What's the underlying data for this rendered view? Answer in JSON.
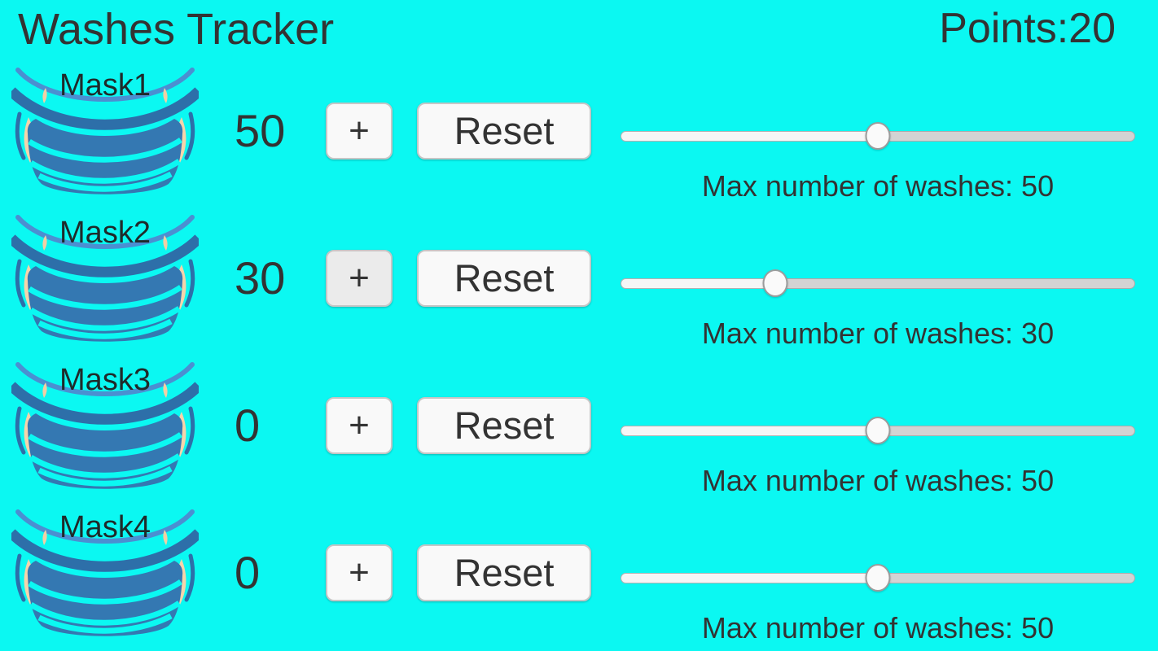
{
  "app": {
    "title": "Washes Tracker",
    "points_label": "Points:20",
    "points_value": 20
  },
  "colors": {
    "background": "#0bf8f2",
    "text": "#333333",
    "mask_body": "#3478b2",
    "mask_band": "#2d6fa9",
    "mask_strap_arc": "#4b8fd1",
    "mask_skin": "#f6d4ab",
    "button_background": "#f9f9f9",
    "button_pressed_background": "#ebebeb",
    "slider_track_filled": "#f6f6f6",
    "slider_track_empty": "#d3d3d3"
  },
  "icons": {
    "mask_icon": "face-mask-icon"
  },
  "rows": [
    {
      "name": "Mask1",
      "count": "50",
      "plus_label": "+",
      "reset_label": "Reset",
      "plus_pressed": false,
      "slider_percent": 50,
      "max_washes": 50,
      "caption": "Max number of washes: 50"
    },
    {
      "name": "Mask2",
      "count": "30",
      "plus_label": "+",
      "reset_label": "Reset",
      "plus_pressed": true,
      "slider_percent": 30,
      "max_washes": 30,
      "caption": "Max number of washes: 30"
    },
    {
      "name": "Mask3",
      "count": "0",
      "plus_label": "+",
      "reset_label": "Reset",
      "plus_pressed": false,
      "slider_percent": 50,
      "max_washes": 50,
      "caption": "Max number of washes: 50"
    },
    {
      "name": "Mask4",
      "count": "0",
      "plus_label": "+",
      "reset_label": "Reset",
      "plus_pressed": false,
      "slider_percent": 50,
      "max_washes": 50,
      "caption": "Max number of washes: 50"
    }
  ]
}
